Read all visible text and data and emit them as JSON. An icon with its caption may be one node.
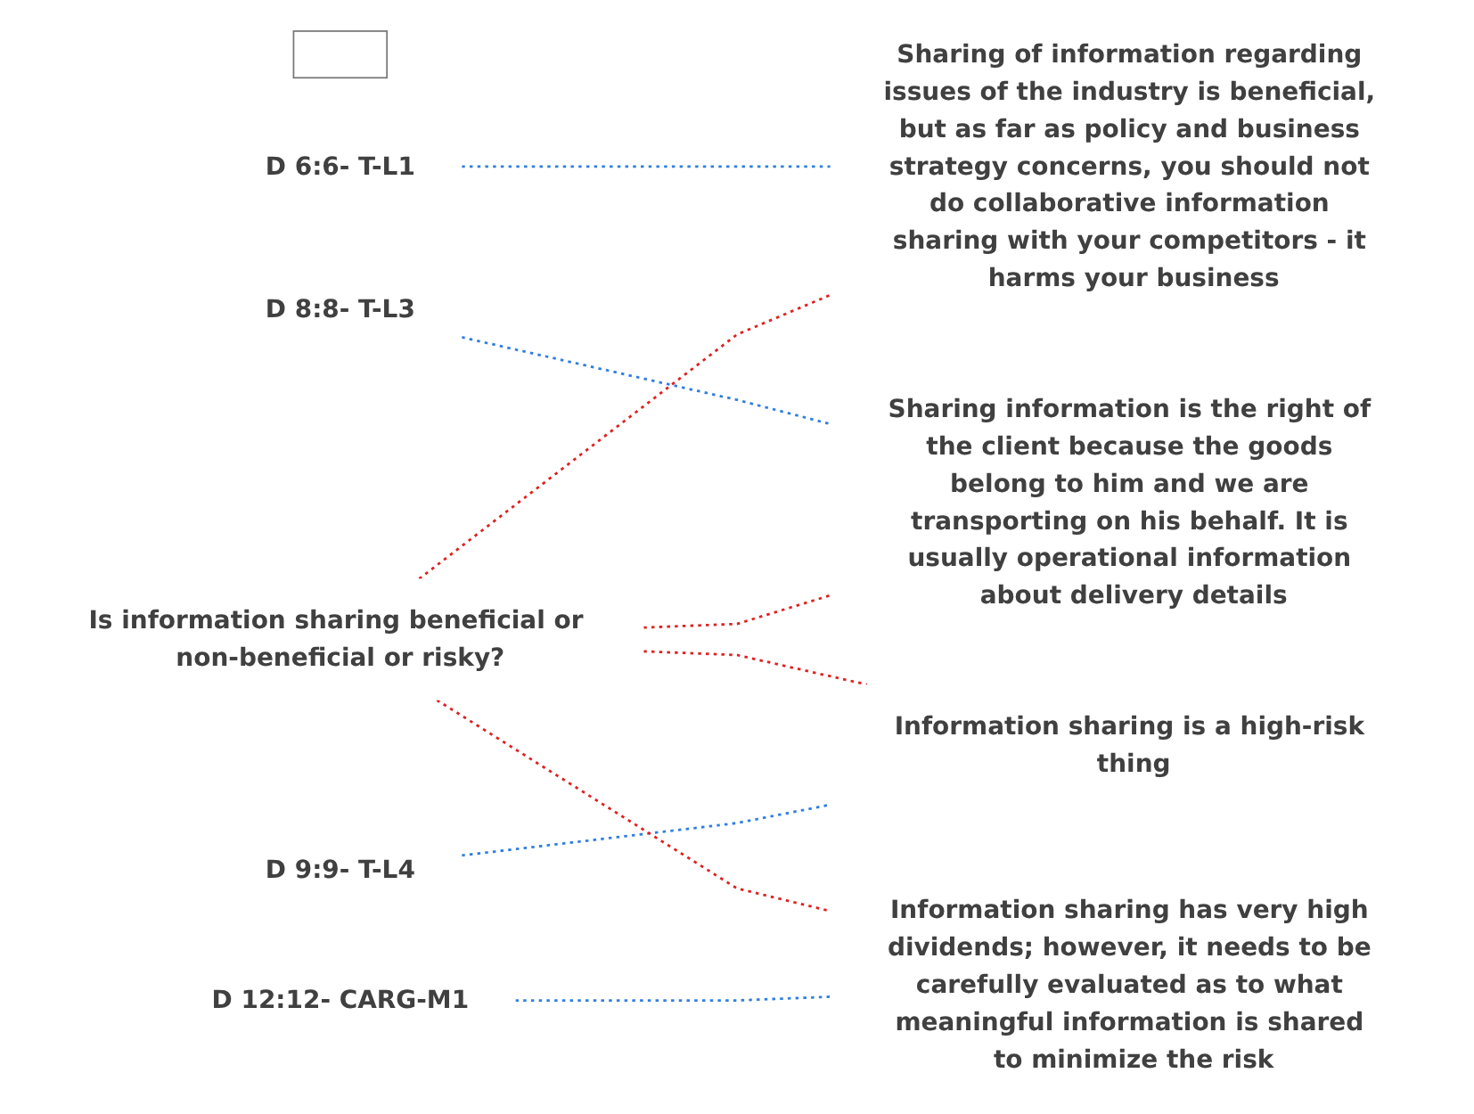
{
  "diagram": {
    "nodes": [
      {
        "text": [],
        "shape": "bar"
      },
      {
        "text": [
          "Is information sharing beneficial or non-beneficial or risky?"
        ]
      },
      {
        "text": [
          "D 6:6- T-L1"
        ]
      },
      {
        "text": [
          "Sharing of information regarding issues of the industry is beneficial, but as far as policy and business strategy concerns, you should not do collaborative information sharing with your competitors - it harms your business"
        ]
      },
      {
        "text": [
          "D 8:8- T-L3"
        ]
      },
      {
        "text": [
          "Sharing information is the right of the client because the goods belong to him and we are transporting on his behalf. It is usually operational information about delivery details"
        ]
      },
      {
        "text": [
          "D 9:9- T-L4"
        ]
      },
      {
        "text": [
          "Information sharing is a high-risk thing"
        ]
      },
      {
        "text": [
          "D 12:12- CARG-M1"
        ]
      },
      {
        "text": [
          "Information sharing has very high dividends; however, it needs to be carefully evaluated as to what meaningful information is shared to minimize the risk"
        ]
      }
    ],
    "edges": [
      {
        "from": 2,
        "to": 3,
        "arrow": "none",
        "style": "dashed",
        "color": "#2f7fe0"
      },
      {
        "from": 1,
        "to": 3,
        "arrow": "none",
        "style": "dashed",
        "color": "#e02020"
      },
      {
        "from": 4,
        "to": 5,
        "arrow": "none",
        "style": "dashed",
        "color": "#2f7fe0"
      },
      {
        "from": 1,
        "to": 5,
        "arrow": "none",
        "style": "dashed",
        "color": "#e02020"
      },
      {
        "from": 1,
        "to": 7,
        "arrow": "none",
        "style": "dashed",
        "color": "#e02020"
      },
      {
        "from": 6,
        "to": 7,
        "arrow": "none",
        "style": "dashed",
        "color": "#2f7fe0"
      },
      {
        "from": 1,
        "to": 9,
        "arrow": "none",
        "style": "dashed",
        "color": "#e02020"
      },
      {
        "from": 8,
        "to": 9,
        "arrow": "none",
        "style": "dashed",
        "color": "#2f7fe0"
      }
    ]
  }
}
